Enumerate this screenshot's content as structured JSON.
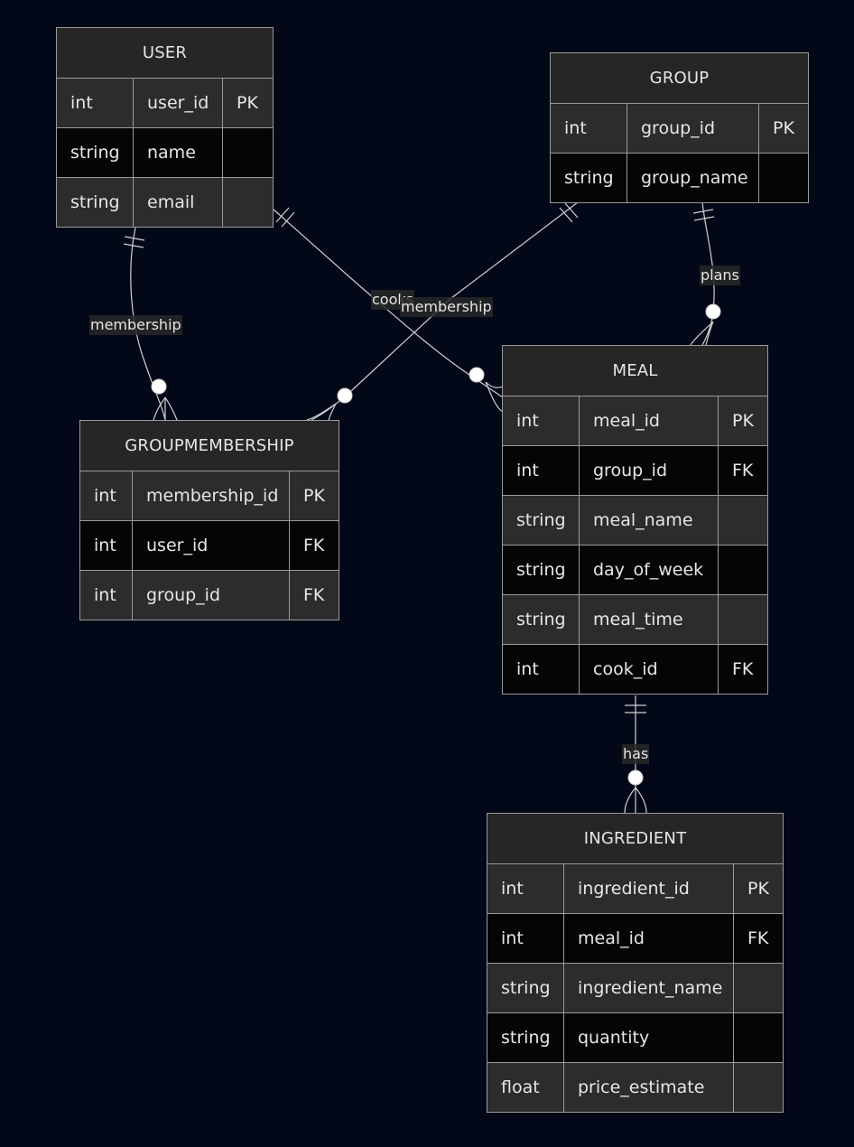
{
  "entities": {
    "user": {
      "title": "USER",
      "rows": [
        {
          "type": "int",
          "name": "user_id",
          "key": "PK"
        },
        {
          "type": "string",
          "name": "name",
          "key": ""
        },
        {
          "type": "string",
          "name": "email",
          "key": ""
        }
      ]
    },
    "group": {
      "title": "GROUP",
      "rows": [
        {
          "type": "int",
          "name": "group_id",
          "key": "PK"
        },
        {
          "type": "string",
          "name": "group_name",
          "key": ""
        }
      ]
    },
    "groupmembership": {
      "title": "GROUPMEMBERSHIP",
      "rows": [
        {
          "type": "int",
          "name": "membership_id",
          "key": "PK"
        },
        {
          "type": "int",
          "name": "user_id",
          "key": "FK"
        },
        {
          "type": "int",
          "name": "group_id",
          "key": "FK"
        }
      ]
    },
    "meal": {
      "title": "MEAL",
      "rows": [
        {
          "type": "int",
          "name": "meal_id",
          "key": "PK"
        },
        {
          "type": "int",
          "name": "group_id",
          "key": "FK"
        },
        {
          "type": "string",
          "name": "meal_name",
          "key": ""
        },
        {
          "type": "string",
          "name": "day_of_week",
          "key": ""
        },
        {
          "type": "string",
          "name": "meal_time",
          "key": ""
        },
        {
          "type": "int",
          "name": "cook_id",
          "key": "FK"
        }
      ]
    },
    "ingredient": {
      "title": "INGREDIENT",
      "rows": [
        {
          "type": "int",
          "name": "ingredient_id",
          "key": "PK"
        },
        {
          "type": "int",
          "name": "meal_id",
          "key": "FK"
        },
        {
          "type": "string",
          "name": "ingredient_name",
          "key": ""
        },
        {
          "type": "string",
          "name": "quantity",
          "key": ""
        },
        {
          "type": "float",
          "name": "price_estimate",
          "key": ""
        }
      ]
    }
  },
  "relationships": [
    {
      "id": "user-membership",
      "label": "membership",
      "from": "USER",
      "to": "GROUPMEMBERSHIP"
    },
    {
      "id": "user-cooks",
      "label": "cooks",
      "from": "USER",
      "to": "MEAL"
    },
    {
      "id": "group-membership",
      "label": "membership",
      "from": "GROUP",
      "to": "GROUPMEMBERSHIP"
    },
    {
      "id": "group-plans",
      "label": "plans",
      "from": "GROUP",
      "to": "MEAL"
    },
    {
      "id": "meal-has",
      "label": "has",
      "from": "MEAL",
      "to": "INGREDIENT"
    }
  ],
  "colors": {
    "background": "#020817",
    "border": "#9a9a9a",
    "header": "#262626",
    "row_light": "#2c2c2c",
    "row_dark": "#050505",
    "text": "#e6e6e6"
  }
}
